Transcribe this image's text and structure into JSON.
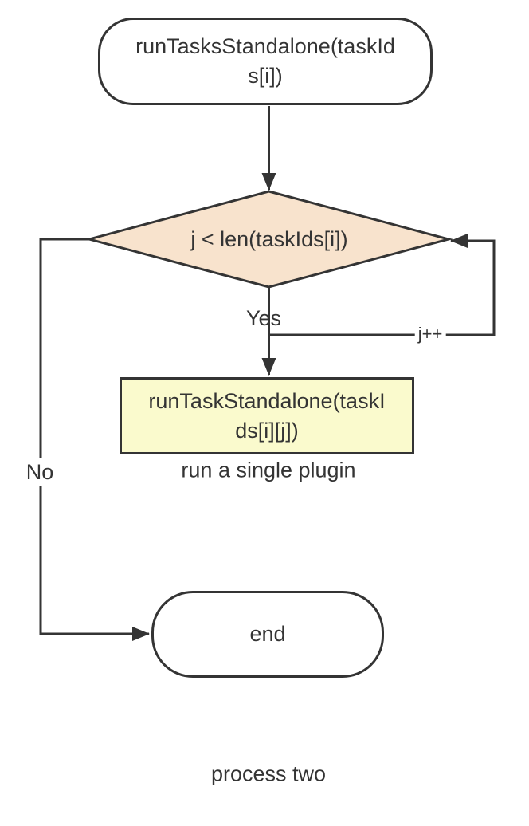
{
  "diagram": {
    "caption": "process two",
    "nodes": {
      "start": {
        "type": "terminator",
        "label": "runTasksStandalone(taskIds[i])"
      },
      "decision": {
        "type": "decision",
        "label": "j < len(taskIds[i])",
        "fill": "#F8E3CD"
      },
      "process": {
        "type": "process",
        "label": "runTaskStandalone(taskIds[i][j])",
        "fill": "#FAFACD",
        "caption": "run a single plugin"
      },
      "end": {
        "type": "terminator",
        "label": "end"
      }
    },
    "edge_labels": {
      "yes": "Yes",
      "no": "No",
      "increment": "j++"
    },
    "colors": {
      "stroke": "#343434",
      "text": "#343434",
      "decision_fill": "#F8E3CD",
      "process_fill": "#FAFACD",
      "terminator_fill": "#FFFFFF",
      "background": "#FFFFFF"
    }
  }
}
